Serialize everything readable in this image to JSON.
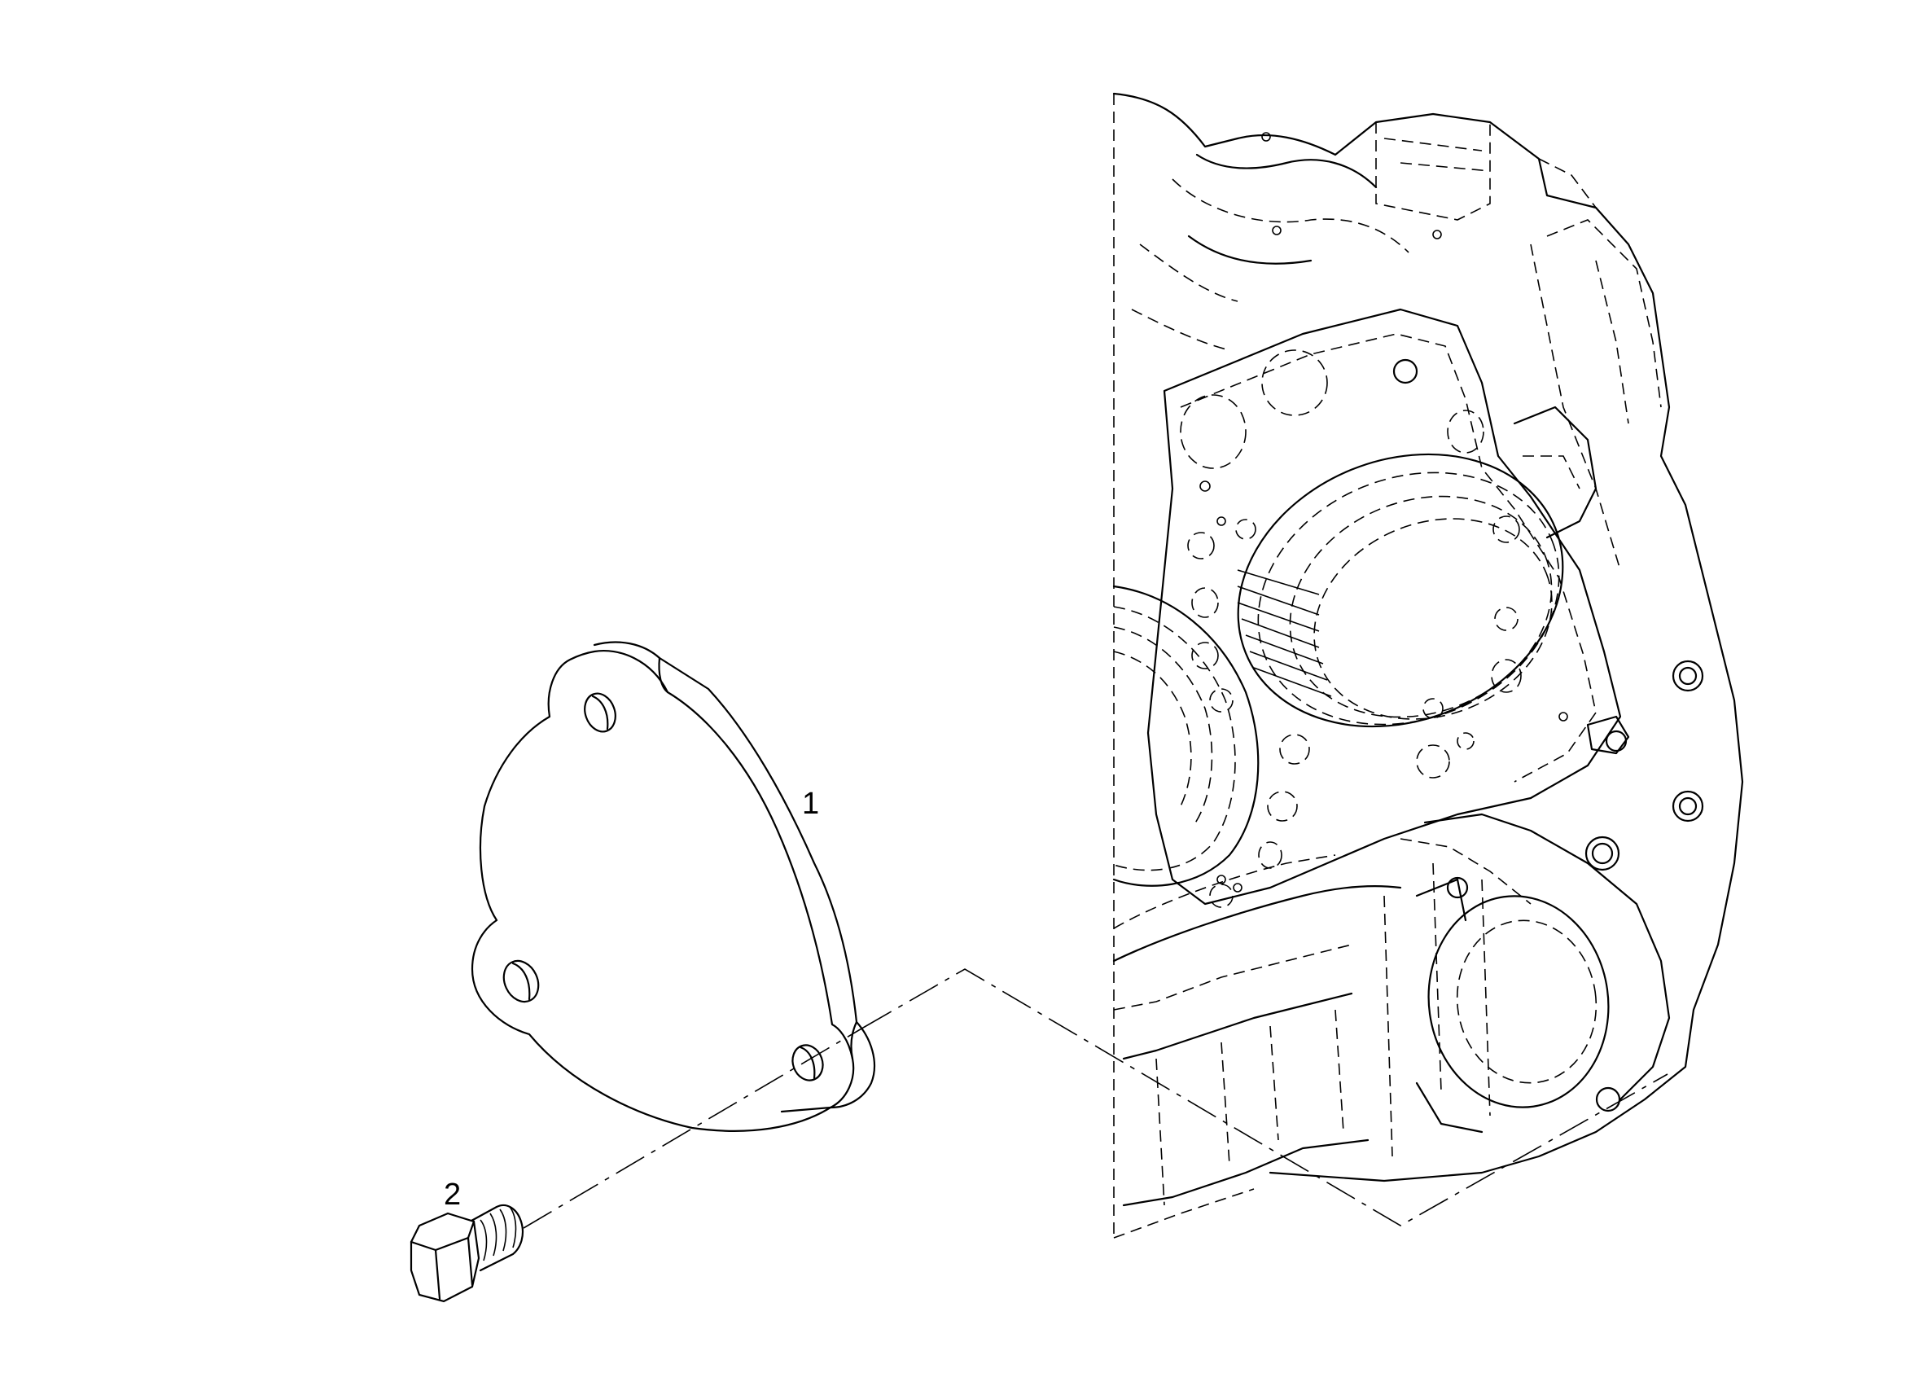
{
  "callouts": [
    {
      "label": "1",
      "part": "cover-plate"
    },
    {
      "label": "2",
      "part": "hex-bolt"
    }
  ],
  "colors": {
    "line": "#000000",
    "background": "#ffffff"
  }
}
